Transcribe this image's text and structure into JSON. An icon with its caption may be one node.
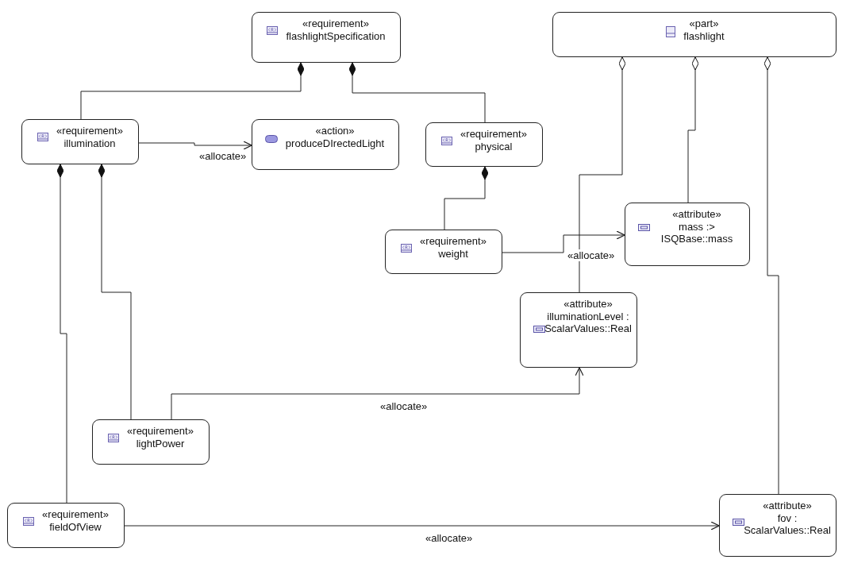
{
  "diagram": {
    "nodes": [
      {
        "text": [
          "«requirement»",
          "flashlightSpecification"
        ]
      },
      {
        "text": [
          "«part»",
          "flashlight"
        ]
      },
      {
        "text": [
          "«requirement»",
          "illumination"
        ]
      },
      {
        "text": [
          "«action»",
          "produceDIrectedLight"
        ]
      },
      {
        "text": [
          "«requirement»",
          "physical"
        ]
      },
      {
        "text": [
          "«requirement»",
          "weight"
        ]
      },
      {
        "text": [
          "«attribute»",
          "mass :> ISQBase::mass"
        ]
      },
      {
        "text": [
          "«attribute»",
          "illuminationLevel : ScalarValues::Real"
        ]
      },
      {
        "text": [
          "«requirement»",
          "lightPower"
        ]
      },
      {
        "text": [
          "«requirement»",
          "fieldOfView"
        ]
      },
      {
        "text": [
          "«attribute»",
          "fov : ScalarValues::Real"
        ]
      }
    ],
    "edges": [
      {
        "from": 2,
        "to": 0,
        "arrow": "other"
      },
      {
        "from": 4,
        "to": 0,
        "arrow": "other"
      },
      {
        "from": 2,
        "to": 3,
        "arrow": "to",
        "label": "«allocate»"
      },
      {
        "from": 7,
        "to": 1,
        "arrow": "other"
      },
      {
        "from": 6,
        "to": 1,
        "arrow": "other"
      },
      {
        "from": 10,
        "to": 1,
        "arrow": "other"
      },
      {
        "from": 5,
        "to": 4,
        "arrow": "other"
      },
      {
        "from": 5,
        "to": 6,
        "arrow": "to",
        "label": "«allocate»"
      },
      {
        "from": 8,
        "to": 2,
        "arrow": "other"
      },
      {
        "from": 9,
        "to": 2,
        "arrow": "other"
      },
      {
        "from": 8,
        "to": 7,
        "arrow": "to",
        "label": "«allocate»"
      },
      {
        "from": 9,
        "to": 10,
        "arrow": "to",
        "label": "«allocate»"
      }
    ]
  }
}
